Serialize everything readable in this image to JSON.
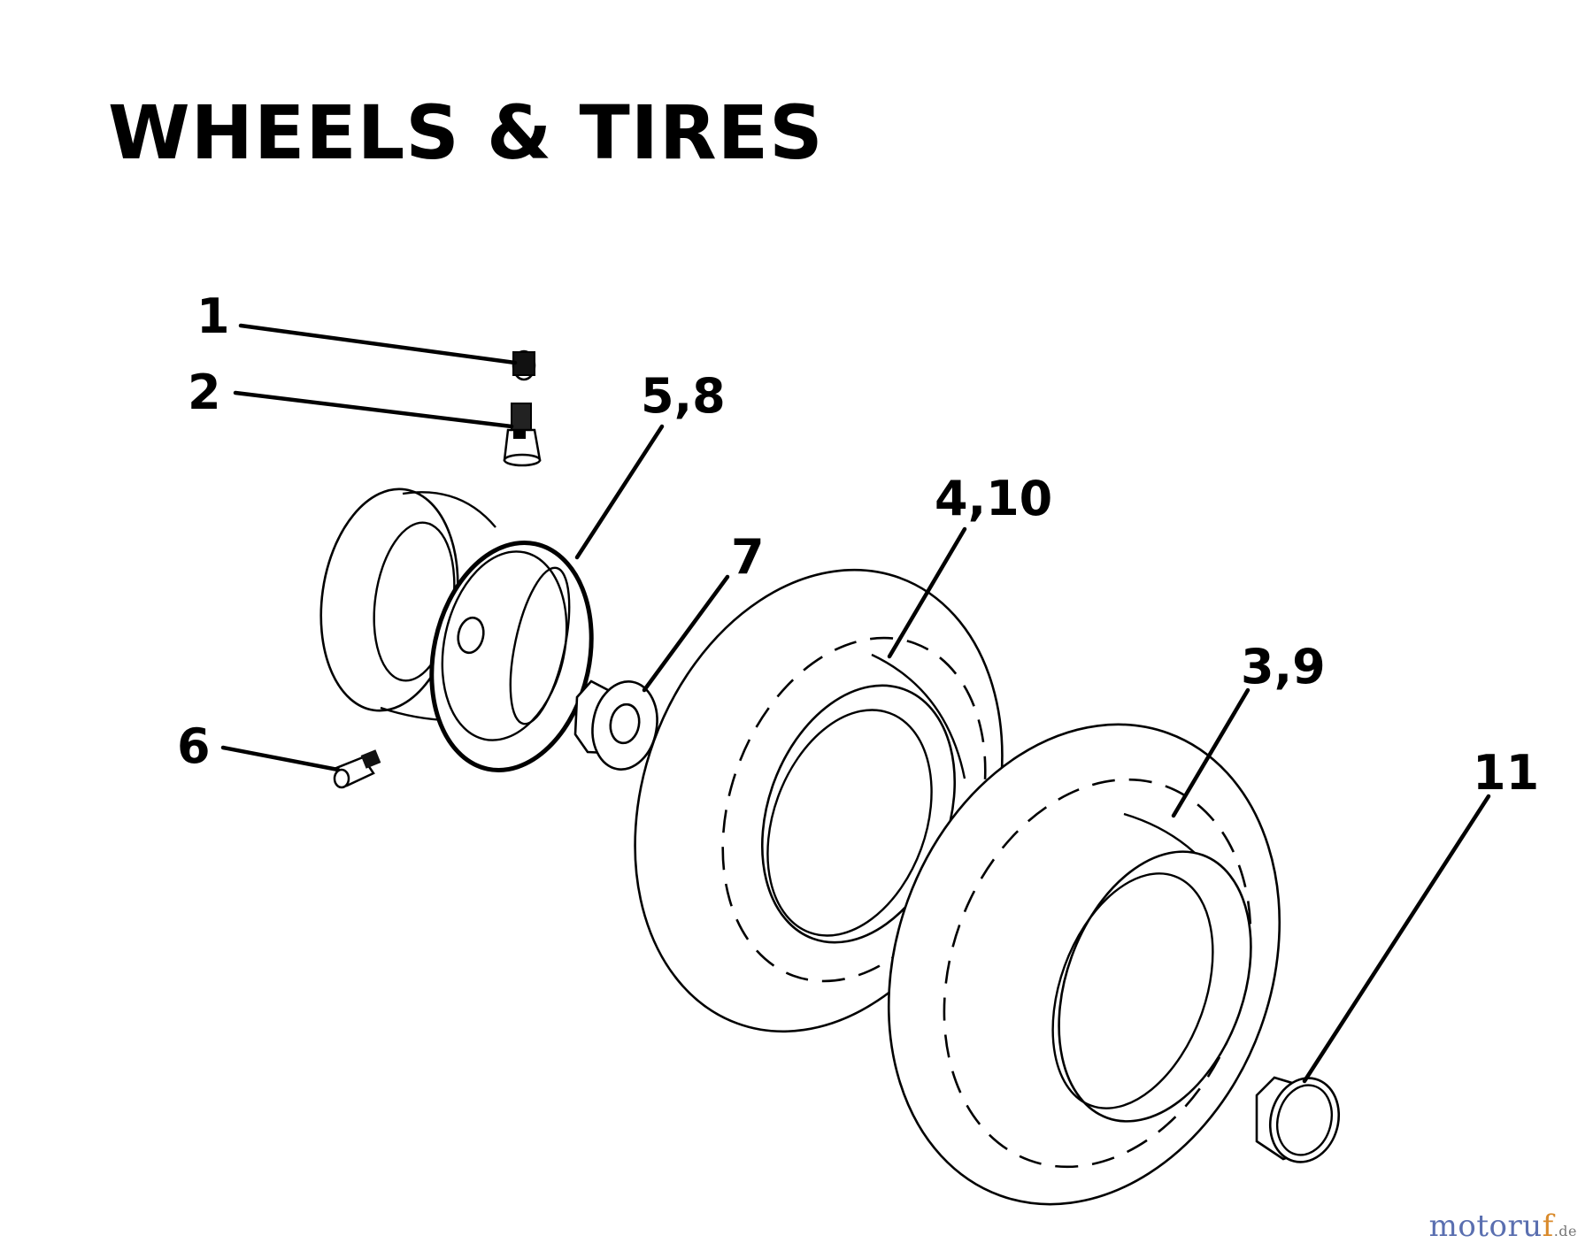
{
  "title": "WHEELS & TIRES",
  "callouts": {
    "valve_cap": "1",
    "valve_stem": "2",
    "rim": "5,8",
    "grease_fitting": "6",
    "bushing": "7",
    "front_tire": "4,10",
    "rear_tire": "3,9",
    "tire_sleeve": "11"
  },
  "watermark": {
    "main": "motoru",
    "accent": "f",
    "tld": ".de"
  }
}
